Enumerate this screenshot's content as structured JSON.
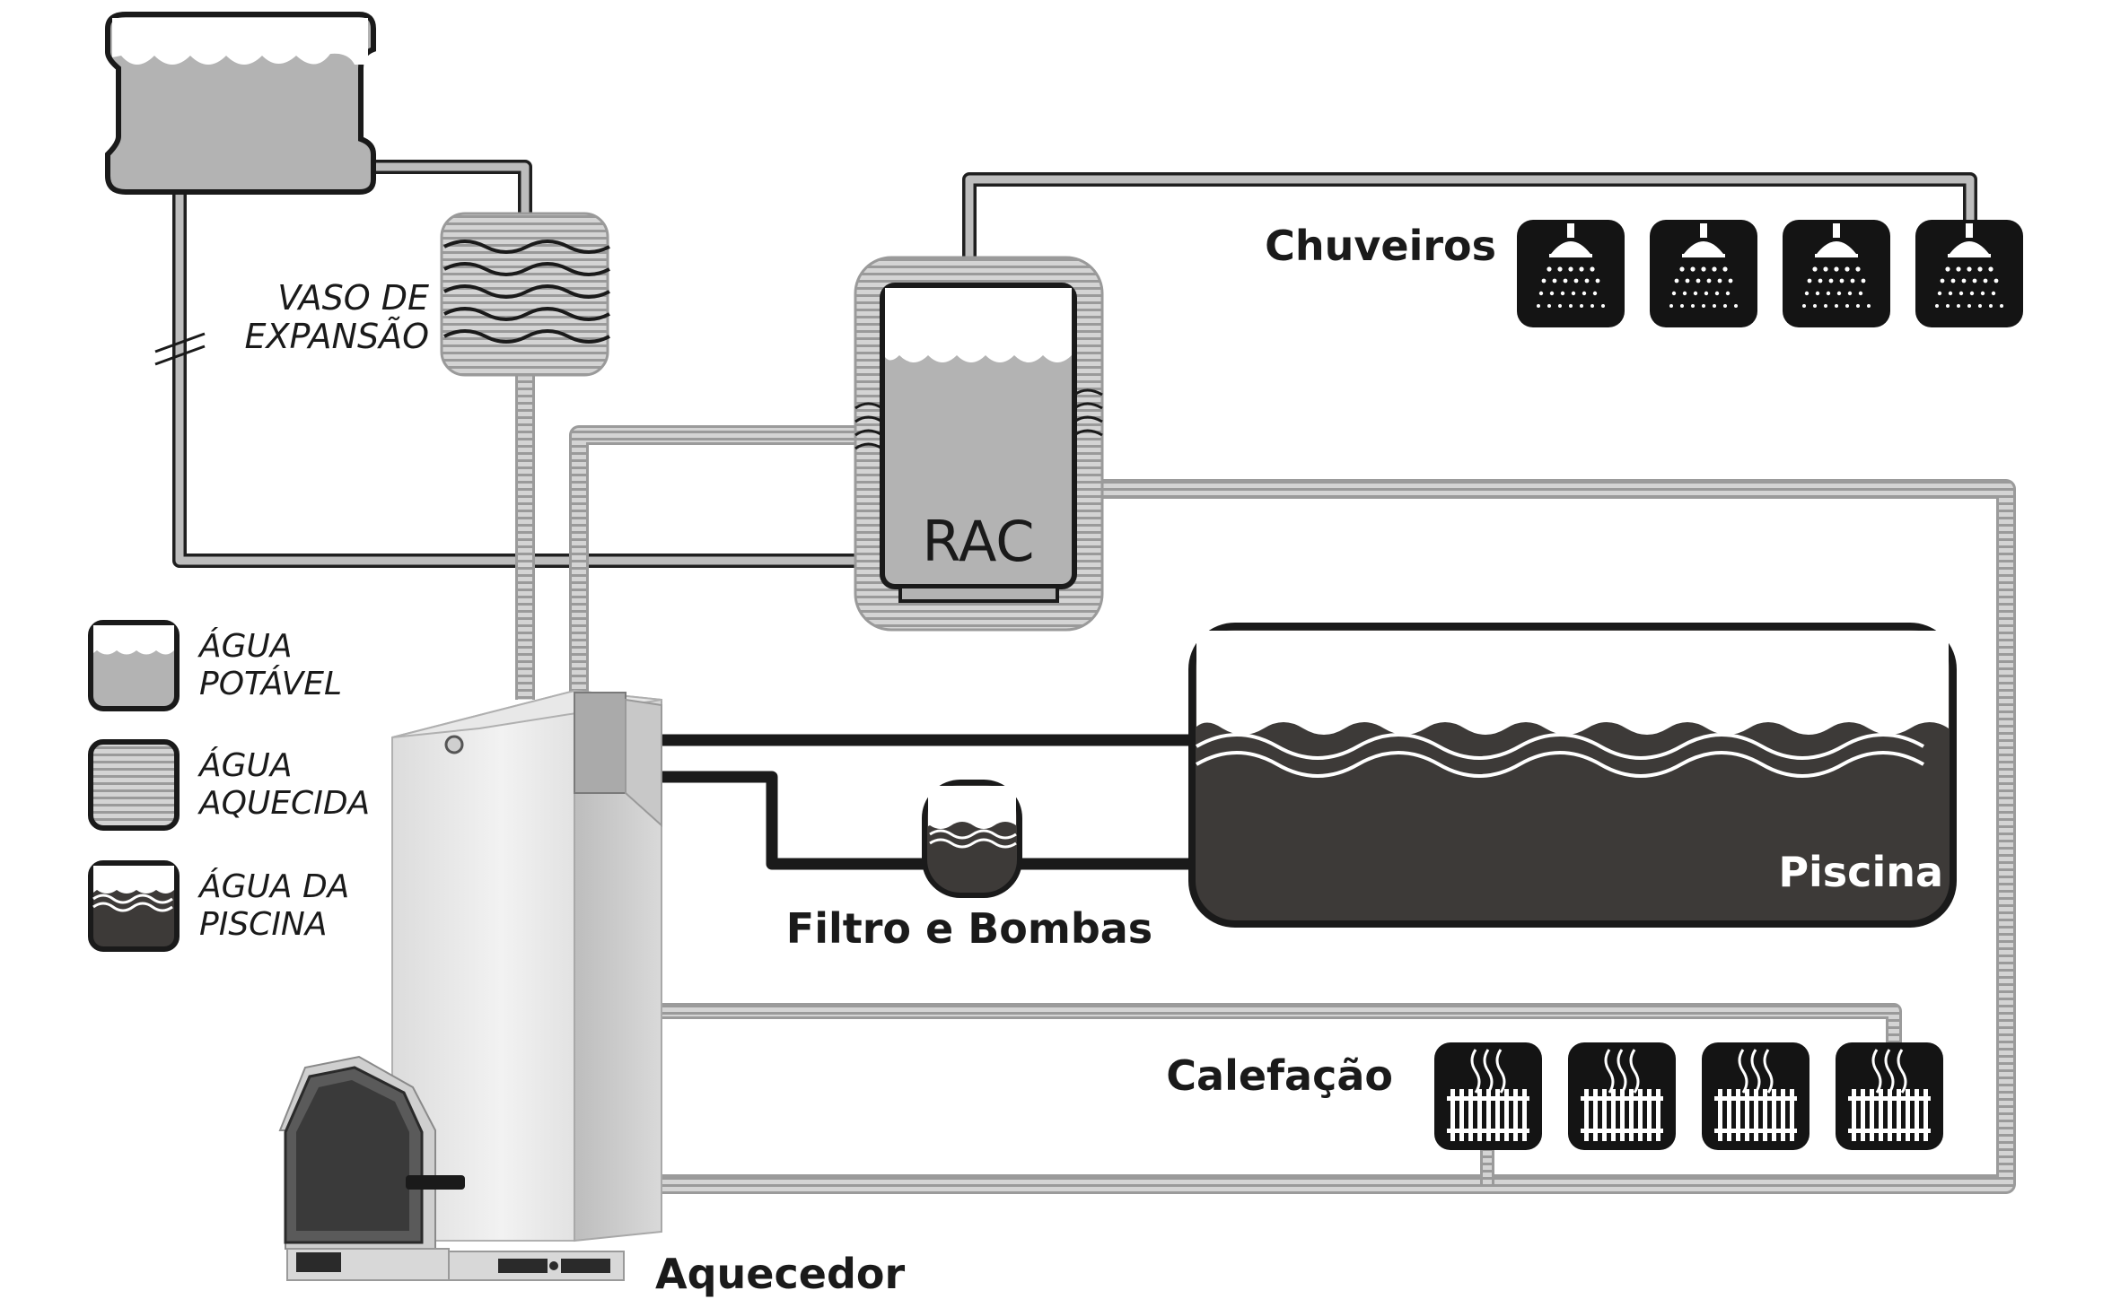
{
  "labels": {
    "expansion_line1": "VASO DE",
    "expansion_line2": "EXPANSÃO",
    "rac": "RAC",
    "showers": "Chuveiros",
    "pool": "Piscina",
    "filter": "Filtro e Bombas",
    "heating": "Calefação",
    "heater": "Aquecedor"
  },
  "legend": [
    {
      "line1": "ÁGUA",
      "line2": "POTÁVEL"
    },
    {
      "line1": "ÁGUA",
      "line2": "AQUECIDA"
    },
    {
      "line1": "ÁGUA DA",
      "line2": "PISCINA"
    }
  ],
  "colors": {
    "potable_water": "#b3b3b3",
    "heated_water": "#bdbdbd",
    "pool_water": "#3d3a38",
    "outline": "#1a1a1a"
  },
  "icons": {
    "shower": "shower-icon",
    "radiator": "radiator-icon"
  }
}
